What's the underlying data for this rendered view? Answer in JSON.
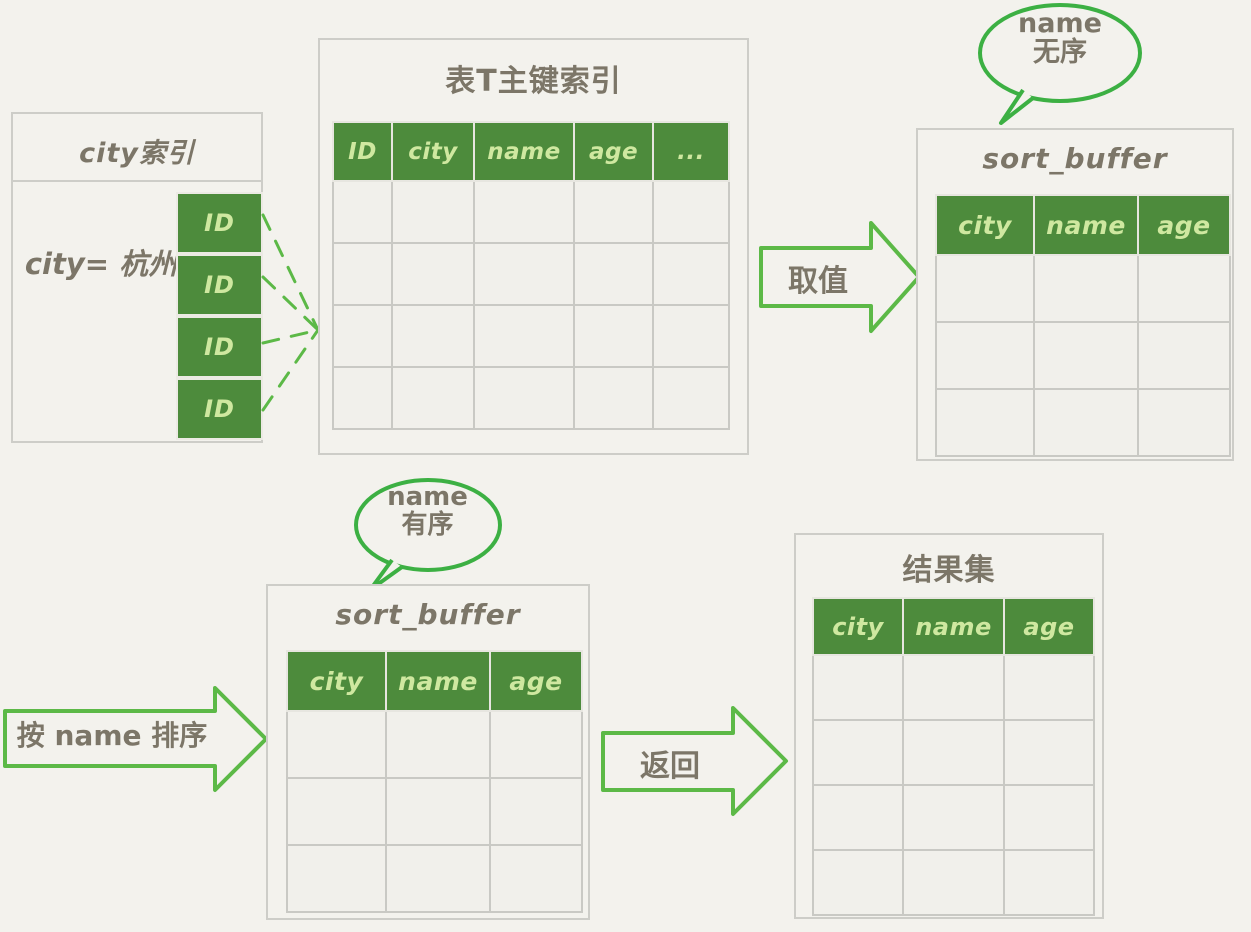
{
  "diagram": {
    "title_meaning": "MySQL order-by sort_buffer flow diagram",
    "colors": {
      "background": "#f3f2ed",
      "header_green": "#4d8b3c",
      "header_text": "#cfe8a0",
      "ink": "#7c7668",
      "arrow_green": "#5cb947",
      "grid_line": "#c9c9c4"
    }
  },
  "city_index": {
    "title": "city索引",
    "condition": "city=\n杭州",
    "id_cells": [
      "ID",
      "ID",
      "ID",
      "ID"
    ]
  },
  "table_t": {
    "title": "表T主键索引",
    "columns": [
      "ID",
      "city",
      "name",
      "age",
      "..."
    ],
    "empty_rows": 4
  },
  "sort_buffer_top": {
    "title": "sort_buffer",
    "columns": [
      "city",
      "name",
      "age"
    ],
    "empty_rows": 3,
    "callout": "name\n无序"
  },
  "sort_buffer_bottom": {
    "title": "sort_buffer",
    "columns": [
      "city",
      "name",
      "age"
    ],
    "empty_rows": 3,
    "callout": "name\n有序"
  },
  "result_set": {
    "title": "结果集",
    "columns": [
      "city",
      "name",
      "age"
    ],
    "empty_rows": 4
  },
  "arrows": {
    "fetch": "取值",
    "sort_by_name": "按 name 排序",
    "return": "返回"
  }
}
